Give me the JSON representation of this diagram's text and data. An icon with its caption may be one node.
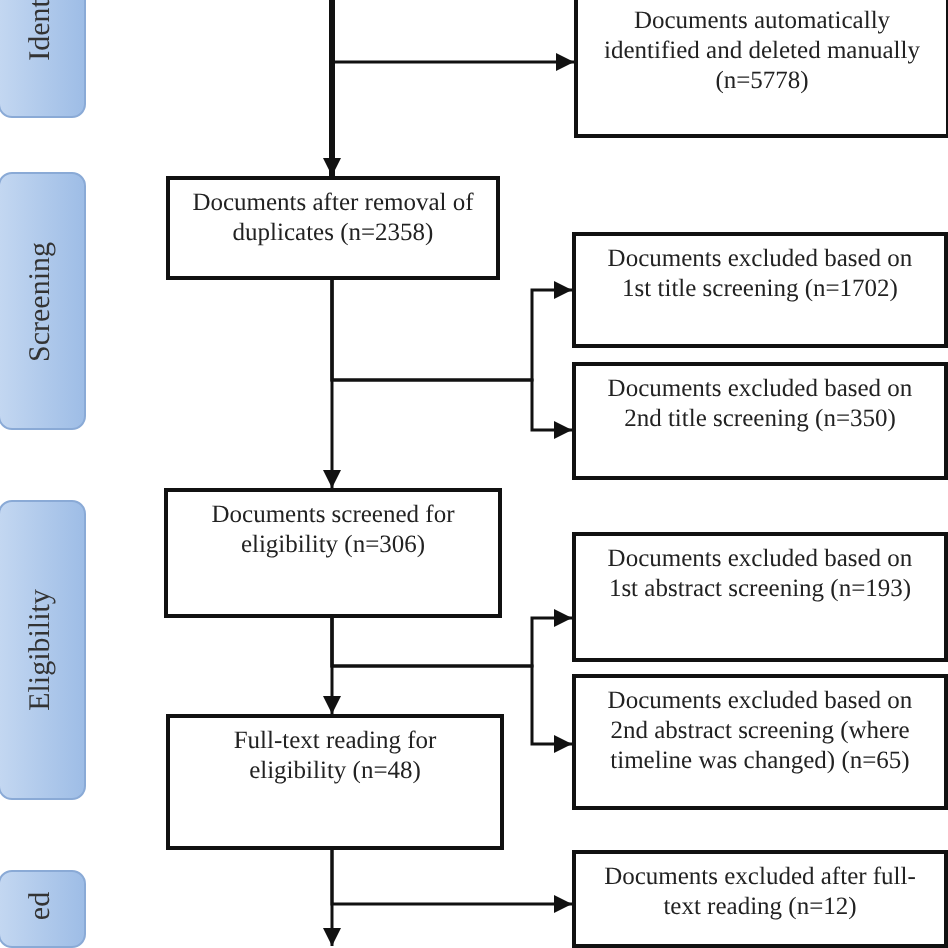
{
  "diagram": {
    "nodes": [
      {
        "text": [
          "Ident"
        ]
      },
      {
        "text": [
          "Documents automatically identified and deleted manually (n=5778)"
        ]
      },
      {
        "text": [
          "Screening"
        ]
      },
      {
        "text": [
          "Documents after removal of duplicates (n=2358)"
        ]
      },
      {
        "text": [
          "Documents excluded based on 1st title screening (n=1702)"
        ]
      },
      {
        "text": [
          "Documents excluded based on 2nd title screening (n=350)"
        ]
      },
      {
        "text": [
          "Eligibility"
        ]
      },
      {
        "text": [
          "Documents screened for eligibility (n=306)"
        ]
      },
      {
        "text": [
          "Documents excluded based on 1st abstract screening (n=193)"
        ]
      },
      {
        "text": [
          "Documents excluded based on 2nd abstract screening (where timeline was changed) (n=65)"
        ]
      },
      {
        "text": [
          "Full-text reading for eligibility (n=48)"
        ]
      },
      {
        "text": [
          "ed"
        ]
      },
      {
        "text": [
          "Documents excluded after full-text reading (n=12)"
        ]
      }
    ],
    "edges": [
      {
        "from": null,
        "to": 3,
        "arrow": "to",
        "style": "thick"
      },
      {
        "from": null,
        "to": 1,
        "arrow": "to"
      },
      {
        "from": 3,
        "to": 7,
        "arrow": "to"
      },
      {
        "from": 3,
        "to": 4,
        "arrow": "to"
      },
      {
        "from": 3,
        "to": 5,
        "arrow": "to"
      },
      {
        "from": 7,
        "to": 10,
        "arrow": "to"
      },
      {
        "from": 7,
        "to": 8,
        "arrow": "to"
      },
      {
        "from": 7,
        "to": 9,
        "arrow": "to"
      },
      {
        "from": 10,
        "to": 12,
        "arrow": "to"
      },
      {
        "from": 10,
        "to": null,
        "arrow": "to"
      }
    ]
  }
}
